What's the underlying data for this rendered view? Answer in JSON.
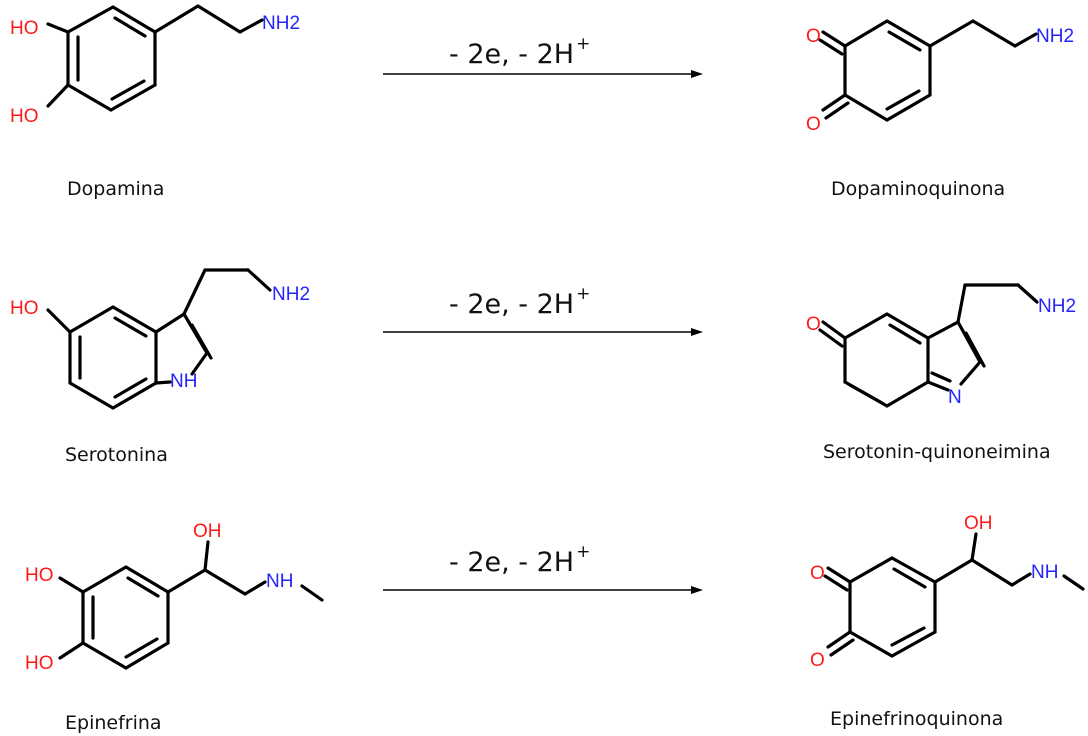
{
  "rows": [
    {
      "reactant": {
        "name": "Dopamina",
        "atoms": {
          "oh1": "HO",
          "oh2": "HO",
          "amine": "NH2"
        }
      },
      "condition": {
        "text": "- 2e, - 2H",
        "superscript": "+"
      },
      "product": {
        "name": "Dopaminoquinona",
        "atoms": {
          "o1": "O",
          "o2": "O",
          "amine": "NH2"
        }
      }
    },
    {
      "reactant": {
        "name": "Serotonina",
        "atoms": {
          "oh": "HO",
          "nh": "NH",
          "amine": "NH2"
        }
      },
      "condition": {
        "text": "- 2e, - 2H",
        "superscript": "+"
      },
      "product": {
        "name": "Serotonin-quinoneimina",
        "atoms": {
          "o": "O",
          "n": "N",
          "amine": "NH2"
        }
      }
    },
    {
      "reactant": {
        "name": "Epinefrina",
        "atoms": {
          "oh1": "HO",
          "oh2": "HO",
          "oh_side": "OH",
          "amine": "NH"
        }
      },
      "condition": {
        "text": "- 2e, - 2H",
        "superscript": "+"
      },
      "product": {
        "name": "Epinefrinoquinona",
        "atoms": {
          "o1": "O",
          "o2": "O",
          "oh_side": "OH",
          "amine": "NH"
        }
      }
    }
  ],
  "colors": {
    "oxygen": "#ff1a1a",
    "nitrogen": "#2424ff",
    "bond": "#000000"
  }
}
